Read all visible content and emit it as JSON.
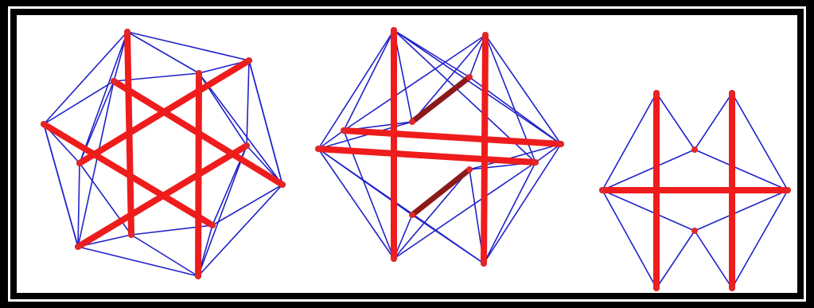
{
  "colors": {
    "frame": "#000000",
    "background": "#ffffff",
    "cable": "#1f22c8",
    "strut": "#ee1c1c",
    "strut_dark": "#8b1a1a",
    "node": "#e0282a"
  },
  "figures": [
    {
      "id": "figure-1",
      "kind": "tensegrity-icosahedron-view"
    },
    {
      "id": "figure-2",
      "kind": "tensegrity-side-view"
    },
    {
      "id": "figure-3",
      "kind": "tensegrity-planar-view"
    }
  ]
}
